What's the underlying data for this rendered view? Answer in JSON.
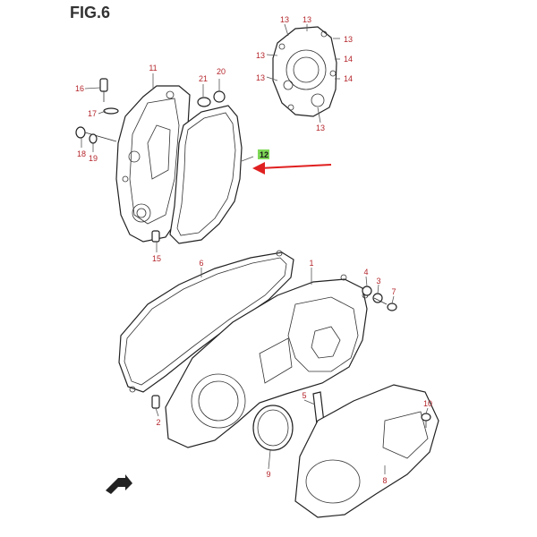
{
  "figure": {
    "title": "FIG.6"
  },
  "colors": {
    "label": "#b5262c",
    "highlight": "#7ed957",
    "arrow": "#e02020",
    "line": "#222222"
  },
  "callouts": {
    "p1": "1",
    "p2": "2",
    "p3": "3",
    "p4": "4",
    "p5": "5",
    "p6": "6",
    "p7": "7",
    "p8": "8",
    "p9": "9",
    "p10": "10",
    "p11": "11",
    "p12": "12",
    "p13": "13",
    "p14": "14",
    "p15": "15",
    "p16": "16",
    "p17": "17",
    "p18": "18",
    "p19": "19",
    "p20": "20",
    "p21": "21"
  },
  "icons": {
    "front_marker": "fwd-arrow-icon",
    "pointer": "red-arrow-icon"
  }
}
